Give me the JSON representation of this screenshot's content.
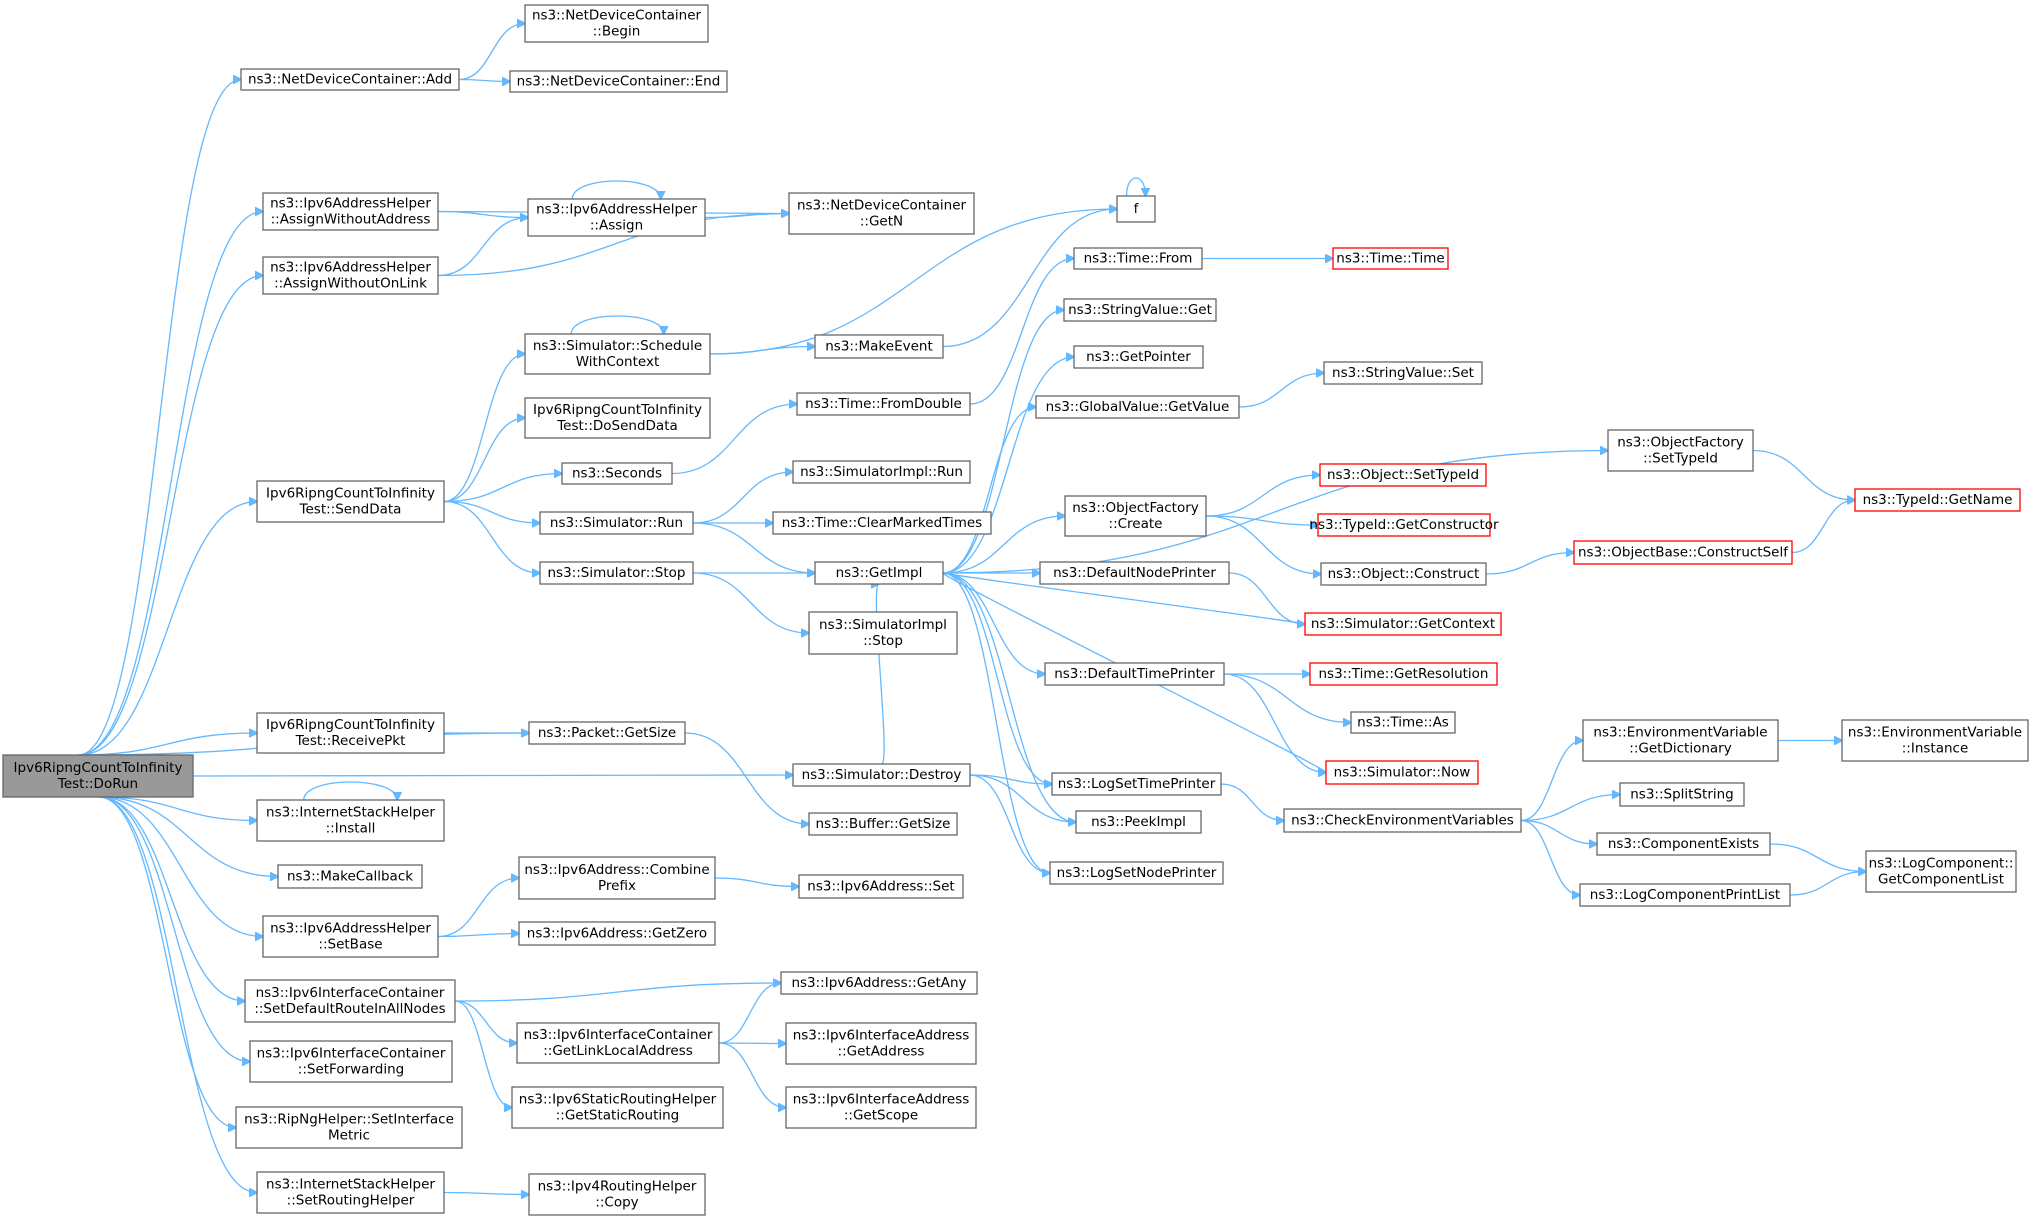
{
  "graph": {
    "nodes": [
      {
        "id": "root",
        "lines": [
          "Ipv6RipngCountToInfinity",
          "Test::DoRun"
        ],
        "style": "root"
      },
      {
        "id": "ndc_add",
        "lines": [
          "ns3::NetDeviceContainer::Add"
        ]
      },
      {
        "id": "ndc_begin",
        "lines": [
          "ns3::NetDeviceContainer",
          "::Begin"
        ]
      },
      {
        "id": "ndc_end",
        "lines": [
          "ns3::NetDeviceContainer::End"
        ]
      },
      {
        "id": "a6h_awa",
        "lines": [
          "ns3::Ipv6AddressHelper",
          "::AssignWithoutAddress"
        ]
      },
      {
        "id": "a6h_assign",
        "lines": [
          "ns3::Ipv6AddressHelper",
          "::Assign"
        ]
      },
      {
        "id": "ndc_getn",
        "lines": [
          "ns3::NetDeviceContainer",
          "::GetN"
        ]
      },
      {
        "id": "a6h_awol",
        "lines": [
          "ns3::Ipv6AddressHelper",
          "::AssignWithoutOnLink"
        ]
      },
      {
        "id": "f",
        "lines": [
          "f"
        ]
      },
      {
        "id": "time_from",
        "lines": [
          "ns3::Time::From"
        ]
      },
      {
        "id": "time_time",
        "lines": [
          "ns3::Time::Time"
        ],
        "style": "truncated"
      },
      {
        "id": "sim_swc",
        "lines": [
          "ns3::Simulator::Schedule",
          "WithContext"
        ]
      },
      {
        "id": "make_event",
        "lines": [
          "ns3::MakeEvent"
        ]
      },
      {
        "id": "sv_get",
        "lines": [
          "ns3::StringValue::Get"
        ]
      },
      {
        "id": "get_pointer",
        "lines": [
          "ns3::GetPointer"
        ]
      },
      {
        "id": "gv_getvalue",
        "lines": [
          "ns3::GlobalValue::GetValue"
        ]
      },
      {
        "id": "sv_set",
        "lines": [
          "ns3::StringValue::Set"
        ]
      },
      {
        "id": "dosenddata",
        "lines": [
          "Ipv6RipngCountToInfinity",
          "Test::DoSendData"
        ]
      },
      {
        "id": "time_fromdouble",
        "lines": [
          "ns3::Time::FromDouble"
        ]
      },
      {
        "id": "of_settypeid",
        "lines": [
          "ns3::ObjectFactory",
          "::SetTypeId"
        ]
      },
      {
        "id": "typeid_getname",
        "lines": [
          "ns3::TypeId::GetName"
        ],
        "style": "truncated"
      },
      {
        "id": "seconds",
        "lines": [
          "ns3::Seconds"
        ]
      },
      {
        "id": "simimpl_run",
        "lines": [
          "ns3::SimulatorImpl::Run"
        ]
      },
      {
        "id": "obj_settypeid",
        "lines": [
          "ns3::Object::SetTypeId"
        ],
        "style": "truncated"
      },
      {
        "id": "senddata",
        "lines": [
          "Ipv6RipngCountToInfinity",
          "Test::SendData"
        ]
      },
      {
        "id": "sim_run",
        "lines": [
          "ns3::Simulator::Run"
        ]
      },
      {
        "id": "time_cmt",
        "lines": [
          "ns3::Time::ClearMarkedTimes"
        ]
      },
      {
        "id": "of_create",
        "lines": [
          "ns3::ObjectFactory",
          "::Create"
        ]
      },
      {
        "id": "typeid_getctor",
        "lines": [
          "ns3::TypeId::GetConstructor"
        ],
        "style": "truncated"
      },
      {
        "id": "ob_constructself",
        "lines": [
          "ns3::ObjectBase::ConstructSelf"
        ],
        "style": "truncated"
      },
      {
        "id": "sim_stop",
        "lines": [
          "ns3::Simulator::Stop"
        ]
      },
      {
        "id": "getimpl",
        "lines": [
          "ns3::GetImpl"
        ]
      },
      {
        "id": "obj_construct",
        "lines": [
          "ns3::Object::Construct"
        ]
      },
      {
        "id": "dnp",
        "lines": [
          "ns3::DefaultNodePrinter"
        ]
      },
      {
        "id": "sim_getcontext",
        "lines": [
          "ns3::Simulator::GetContext"
        ],
        "style": "truncated"
      },
      {
        "id": "simimpl_stop",
        "lines": [
          "ns3::SimulatorImpl",
          "::Stop"
        ]
      },
      {
        "id": "dtp",
        "lines": [
          "ns3::DefaultTimePrinter"
        ]
      },
      {
        "id": "time_getres",
        "lines": [
          "ns3::Time::GetResolution"
        ],
        "style": "truncated"
      },
      {
        "id": "time_as",
        "lines": [
          "ns3::Time::As"
        ]
      },
      {
        "id": "receivepkt",
        "lines": [
          "Ipv6RipngCountToInfinity",
          "Test::ReceivePkt"
        ]
      },
      {
        "id": "pkt_getsize",
        "lines": [
          "ns3::Packet::GetSize"
        ]
      },
      {
        "id": "ev_getdict",
        "lines": [
          "ns3::EnvironmentVariable",
          "::GetDictionary"
        ]
      },
      {
        "id": "ev_instance",
        "lines": [
          "ns3::EnvironmentVariable",
          "::Instance"
        ]
      },
      {
        "id": "sim_destroy",
        "lines": [
          "ns3::Simulator::Destroy"
        ]
      },
      {
        "id": "sim_now",
        "lines": [
          "ns3::Simulator::Now"
        ],
        "style": "truncated"
      },
      {
        "id": "logsettimeprinter",
        "lines": [
          "ns3::LogSetTimePrinter"
        ]
      },
      {
        "id": "splitstring",
        "lines": [
          "ns3::SplitString"
        ]
      },
      {
        "id": "ish_install",
        "lines": [
          "ns3::InternetStackHelper",
          "::Install"
        ]
      },
      {
        "id": "buf_getsize",
        "lines": [
          "ns3::Buffer::GetSize"
        ]
      },
      {
        "id": "peekimpl",
        "lines": [
          "ns3::PeekImpl"
        ]
      },
      {
        "id": "checkenv",
        "lines": [
          "ns3::CheckEnvironmentVariables"
        ]
      },
      {
        "id": "compexists",
        "lines": [
          "ns3::ComponentExists"
        ]
      },
      {
        "id": "lc_getcomplist",
        "lines": [
          "ns3::LogComponent::",
          "GetComponentList"
        ]
      },
      {
        "id": "makecallback",
        "lines": [
          "ns3::MakeCallback"
        ]
      },
      {
        "id": "logsetnodeprinter",
        "lines": [
          "ns3::LogSetNodePrinter"
        ]
      },
      {
        "id": "a6_combine",
        "lines": [
          "ns3::Ipv6Address::Combine",
          "Prefix"
        ]
      },
      {
        "id": "a6_set",
        "lines": [
          "ns3::Ipv6Address::Set"
        ]
      },
      {
        "id": "logcompprintlist",
        "lines": [
          "ns3::LogComponentPrintList"
        ]
      },
      {
        "id": "a6h_setbase",
        "lines": [
          "ns3::Ipv6AddressHelper",
          "::SetBase"
        ]
      },
      {
        "id": "a6_getzero",
        "lines": [
          "ns3::Ipv6Address::GetZero"
        ]
      },
      {
        "id": "a6_getany",
        "lines": [
          "ns3::Ipv6Address::GetAny"
        ]
      },
      {
        "id": "i6ic_sdrian",
        "lines": [
          "ns3::Ipv6InterfaceContainer",
          "::SetDefaultRouteInAllNodes"
        ]
      },
      {
        "id": "i6ic_getlla",
        "lines": [
          "ns3::Ipv6InterfaceContainer",
          "::GetLinkLocalAddress"
        ]
      },
      {
        "id": "i6ia_getaddr",
        "lines": [
          "ns3::Ipv6InterfaceAddress",
          "::GetAddress"
        ]
      },
      {
        "id": "i6ic_setfwd",
        "lines": [
          "ns3::Ipv6InterfaceContainer",
          "::SetForwarding"
        ]
      },
      {
        "id": "i6srh_getsr",
        "lines": [
          "ns3::Ipv6StaticRoutingHelper",
          "::GetStaticRouting"
        ]
      },
      {
        "id": "i6ia_getscope",
        "lines": [
          "ns3::Ipv6InterfaceAddress",
          "::GetScope"
        ]
      },
      {
        "id": "rnh_setim",
        "lines": [
          "ns3::RipNgHelper::SetInterface",
          "Metric"
        ]
      },
      {
        "id": "ish_setrh",
        "lines": [
          "ns3::InternetStackHelper",
          "::SetRoutingHelper"
        ]
      },
      {
        "id": "i4rh_copy",
        "lines": [
          "ns3::Ipv4RoutingHelper",
          "::Copy"
        ]
      }
    ],
    "edges": [
      [
        "root",
        "ndc_add"
      ],
      [
        "root",
        "a6h_awa"
      ],
      [
        "root",
        "a6h_awol"
      ],
      [
        "root",
        "senddata"
      ],
      [
        "root",
        "pkt_getsize"
      ],
      [
        "root",
        "sim_destroy"
      ],
      [
        "root",
        "receivepkt"
      ],
      [
        "root",
        "ish_install"
      ],
      [
        "root",
        "makecallback"
      ],
      [
        "root",
        "a6h_setbase"
      ],
      [
        "root",
        "i6ic_sdrian"
      ],
      [
        "root",
        "i6ic_setfwd"
      ],
      [
        "root",
        "rnh_setim"
      ],
      [
        "root",
        "ish_setrh"
      ],
      [
        "ndc_add",
        "ndc_begin"
      ],
      [
        "ndc_add",
        "ndc_end"
      ],
      [
        "a6h_awa",
        "a6h_assign"
      ],
      [
        "a6h_awa",
        "ndc_getn"
      ],
      [
        "a6h_awol",
        "a6h_assign"
      ],
      [
        "a6h_awol",
        "ndc_getn"
      ],
      [
        "a6h_assign",
        "a6h_assign"
      ],
      [
        "a6h_assign",
        "ndc_getn"
      ],
      [
        "senddata",
        "sim_swc"
      ],
      [
        "senddata",
        "dosenddata"
      ],
      [
        "senddata",
        "seconds"
      ],
      [
        "senddata",
        "sim_run"
      ],
      [
        "senddata",
        "sim_stop"
      ],
      [
        "sim_swc",
        "sim_swc"
      ],
      [
        "sim_swc",
        "f"
      ],
      [
        "sim_swc",
        "make_event"
      ],
      [
        "make_event",
        "f"
      ],
      [
        "f",
        "f"
      ],
      [
        "seconds",
        "time_fromdouble"
      ],
      [
        "time_fromdouble",
        "time_from"
      ],
      [
        "time_from",
        "time_time"
      ],
      [
        "sim_run",
        "simimpl_run"
      ],
      [
        "sim_run",
        "time_cmt"
      ],
      [
        "sim_run",
        "getimpl"
      ],
      [
        "sim_stop",
        "getimpl"
      ],
      [
        "sim_stop",
        "simimpl_stop"
      ],
      [
        "getimpl",
        "sv_get"
      ],
      [
        "getimpl",
        "get_pointer"
      ],
      [
        "getimpl",
        "gv_getvalue"
      ],
      [
        "getimpl",
        "of_settypeid"
      ],
      [
        "getimpl",
        "of_create"
      ],
      [
        "getimpl",
        "dnp"
      ],
      [
        "getimpl",
        "dtp"
      ],
      [
        "getimpl",
        "logsettimeprinter"
      ],
      [
        "getimpl",
        "peekimpl"
      ],
      [
        "getimpl",
        "logsetnodeprinter"
      ],
      [
        "gv_getvalue",
        "sv_set"
      ],
      [
        "of_settypeid",
        "typeid_getname"
      ],
      [
        "of_create",
        "obj_settypeid"
      ],
      [
        "of_create",
        "typeid_getctor"
      ],
      [
        "of_create",
        "obj_construct"
      ],
      [
        "obj_construct",
        "ob_constructself"
      ],
      [
        "ob_constructself",
        "typeid_getname"
      ],
      [
        "dnp",
        "sim_getcontext"
      ],
      [
        "sim_getcontext",
        "getimpl"
      ],
      [
        "dtp",
        "time_getres"
      ],
      [
        "dtp",
        "time_as"
      ],
      [
        "dtp",
        "sim_now"
      ],
      [
        "sim_now",
        "getimpl"
      ],
      [
        "sim_destroy",
        "logsettimeprinter"
      ],
      [
        "sim_destroy",
        "peekimpl"
      ],
      [
        "sim_destroy",
        "logsetnodeprinter"
      ],
      [
        "sim_destroy",
        "getimpl"
      ],
      [
        "logsettimeprinter",
        "checkenv"
      ],
      [
        "checkenv",
        "ev_getdict"
      ],
      [
        "checkenv",
        "splitstring"
      ],
      [
        "checkenv",
        "compexists"
      ],
      [
        "checkenv",
        "logcompprintlist"
      ],
      [
        "ev_getdict",
        "ev_instance"
      ],
      [
        "compexists",
        "lc_getcomplist"
      ],
      [
        "logcompprintlist",
        "lc_getcomplist"
      ],
      [
        "receivepkt",
        "pkt_getsize"
      ],
      [
        "pkt_getsize",
        "buf_getsize"
      ],
      [
        "ish_install",
        "ish_install"
      ],
      [
        "a6h_setbase",
        "a6_combine"
      ],
      [
        "a6h_setbase",
        "a6_getzero"
      ],
      [
        "a6_combine",
        "a6_set"
      ],
      [
        "i6ic_sdrian",
        "a6_getany"
      ],
      [
        "i6ic_sdrian",
        "i6ic_getlla"
      ],
      [
        "i6ic_sdrian",
        "i6srh_getsr"
      ],
      [
        "i6ic_getlla",
        "a6_getany"
      ],
      [
        "i6ic_getlla",
        "i6ia_getaddr"
      ],
      [
        "i6ic_getlla",
        "i6ia_getscope"
      ],
      [
        "ish_setrh",
        "i4rh_copy"
      ]
    ]
  }
}
